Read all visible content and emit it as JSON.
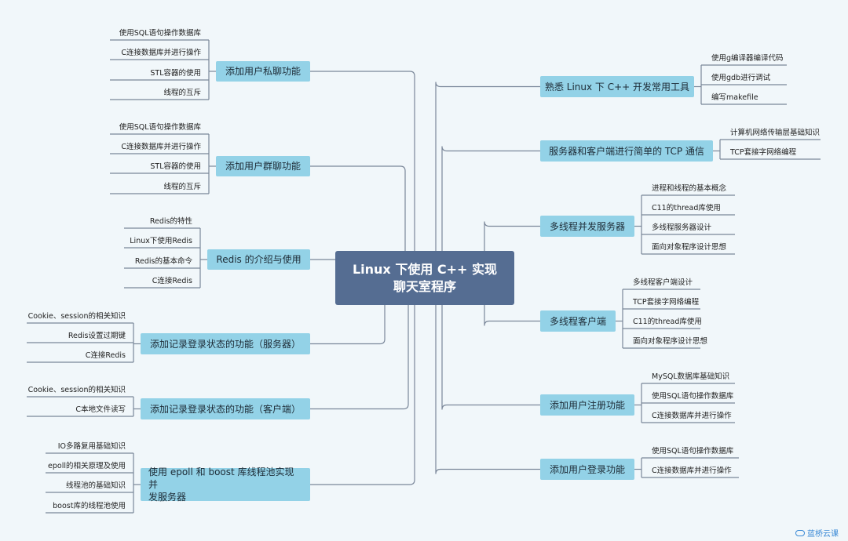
{
  "root": {
    "line1": "Linux 下使用 C++ 实现",
    "line2": "聊天室程序"
  },
  "left": [
    {
      "label": "添加用户私聊功能",
      "leaves": [
        "使用SQL语句操作数据库",
        "C连接数据库并进行操作",
        "STL容器的使用",
        "线程的互斥"
      ]
    },
    {
      "label": "添加用户群聊功能",
      "leaves": [
        "使用SQL语句操作数据库",
        "C连接数据库并进行操作",
        "STL容器的使用",
        "线程的互斥"
      ]
    },
    {
      "label": "Redis 的介绍与使用",
      "leaves": [
        "Redis的特性",
        "Linux下使用Redis",
        "Redis的基本命令",
        "C连接Redis"
      ]
    },
    {
      "label": "添加记录登录状态的功能（服务器）",
      "leaves": [
        "Cookie、session的相关知识",
        "Redis设置过期键",
        "C连接Redis"
      ]
    },
    {
      "label": "添加记录登录状态的功能（客户端）",
      "leaves": [
        "Cookie、session的相关知识",
        "C本地文件读写"
      ]
    },
    {
      "label_lines": [
        "使用 epoll 和 boost 库线程池实现并",
        "发服务器"
      ],
      "leaves": [
        "IO多路复用基础知识",
        "epoll的相关原理及使用",
        "线程池的基础知识",
        "boost库的线程池使用"
      ]
    }
  ],
  "right": [
    {
      "label": "熟悉 Linux 下 C++ 开发常用工具",
      "leaves": [
        "使用g编译器编译代码",
        "使用gdb进行调试",
        "编写makefile"
      ]
    },
    {
      "label": "服务器和客户端进行简单的 TCP 通信",
      "leaves": [
        "计算机网络传输层基础知识",
        "TCP套接字网络编程"
      ]
    },
    {
      "label": "多线程并发服务器",
      "leaves": [
        "进程和线程的基本概念",
        "C11的thread库使用",
        "多线程服务器设计",
        "面向对象程序设计思想"
      ]
    },
    {
      "label": "多线程客户端",
      "leaves": [
        "多线程客户端设计",
        "TCP套接字网络编程",
        "C11的thread库使用",
        "面向对象程序设计思想"
      ]
    },
    {
      "label": "添加用户注册功能",
      "leaves": [
        "MySQL数据库基础知识",
        "使用SQL语句操作数据库",
        "C连接数据库并进行操作"
      ]
    },
    {
      "label": "添加用户登录功能",
      "leaves": [
        "使用SQL语句操作数据库",
        "C连接数据库并进行操作"
      ]
    }
  ],
  "brand": {
    "text": "蓝桥云课",
    "icon": "cloud-icon"
  },
  "colors": {
    "root": "#556d92",
    "node": "#93d2e7",
    "line": "#7a8799",
    "background": "#f1f7fa"
  }
}
